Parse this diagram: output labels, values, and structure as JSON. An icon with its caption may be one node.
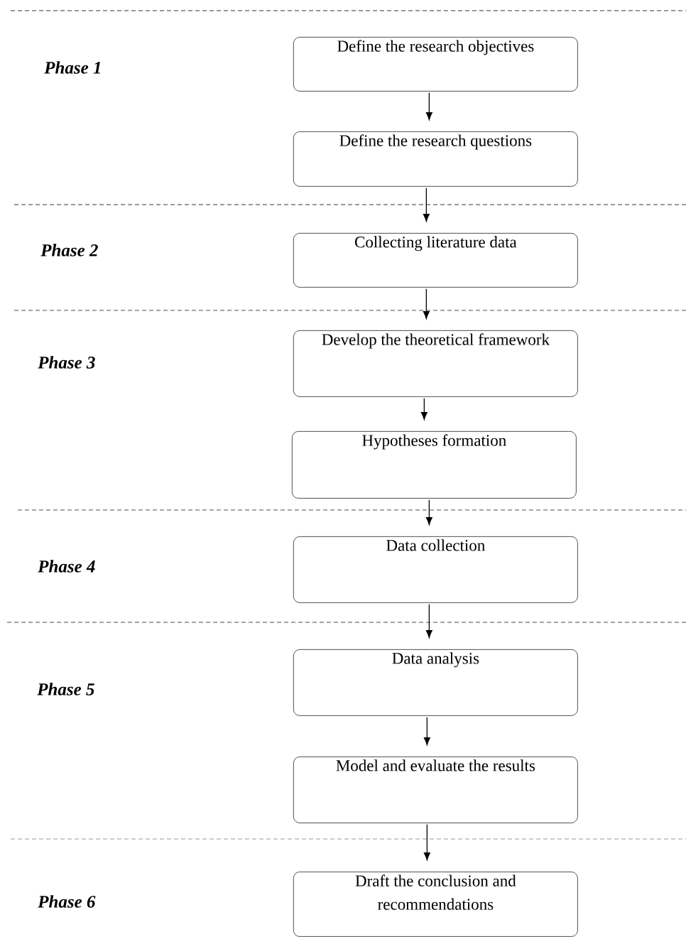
{
  "diagram": {
    "nodes": [
      {
        "text": [
          "Define the research objectives"
        ]
      },
      {
        "text": [
          "Define the research questions"
        ]
      },
      {
        "text": [
          "Collecting literature data"
        ]
      },
      {
        "text": [
          "Develop the theoretical framework"
        ]
      },
      {
        "text": [
          "Hypotheses formation"
        ]
      },
      {
        "text": [
          "Data collection"
        ]
      },
      {
        "text": [
          "Data analysis"
        ]
      },
      {
        "text": [
          "Model and evaluate the results"
        ]
      },
      {
        "text": [
          "Draft the conclusion and recommendations"
        ]
      }
    ],
    "edges": [
      {
        "from": 0,
        "to": 1,
        "arrow": "to"
      },
      {
        "from": 1,
        "to": 2,
        "arrow": "to"
      },
      {
        "from": 2,
        "to": 3,
        "arrow": "to"
      },
      {
        "from": 3,
        "to": 4,
        "arrow": "to"
      },
      {
        "from": 4,
        "to": 5,
        "arrow": "to"
      },
      {
        "from": 5,
        "to": 6,
        "arrow": "to"
      },
      {
        "from": 6,
        "to": 7,
        "arrow": "to"
      },
      {
        "from": 7,
        "to": 8,
        "arrow": "to"
      }
    ],
    "labels": [
      "Phase 1",
      "Phase 2",
      "Phase 3",
      "Phase 4",
      "Phase 5",
      "Phase 6"
    ]
  }
}
